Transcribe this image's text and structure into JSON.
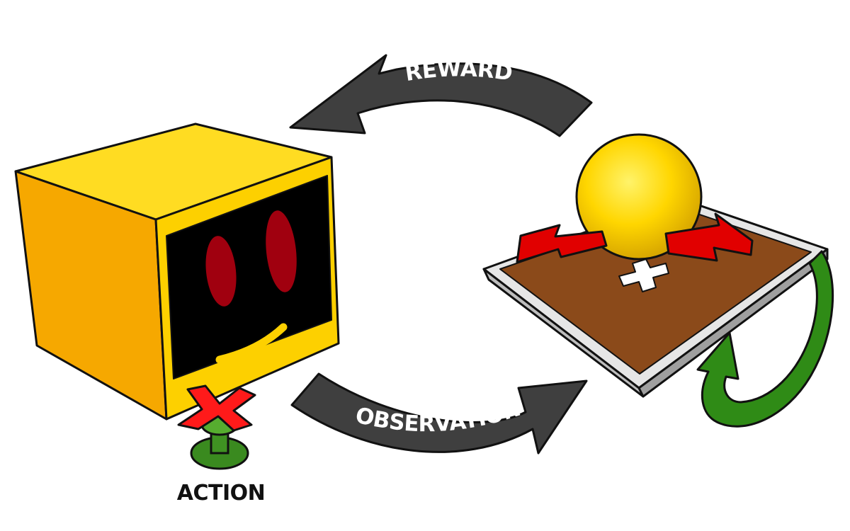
{
  "diagram": {
    "labels": {
      "reward": "REWARD",
      "observation": "OBSERVATION",
      "action": "ACTION"
    },
    "colors": {
      "agent_body": "#fdd000",
      "agent_side": "#f4a400",
      "agent_screen": "#000000",
      "agent_eyes": "#a0000f",
      "arrow_fill": "#3f3f3f",
      "arrow_text": "#ffffff",
      "joystick_x": "#ff1a1a",
      "joystick_green": "#3a8a1f",
      "platform_top": "#8b4a1a",
      "platform_frame": "#e6e6e6",
      "ball": "#ffd200",
      "push_arrows": "#e10000",
      "rotate_arrow": "#2f8b16"
    },
    "icons": [
      "agent-robot-icon",
      "joystick-icon",
      "environment-platform-icon",
      "ball-icon",
      "rotation-arrow-icon"
    ]
  }
}
